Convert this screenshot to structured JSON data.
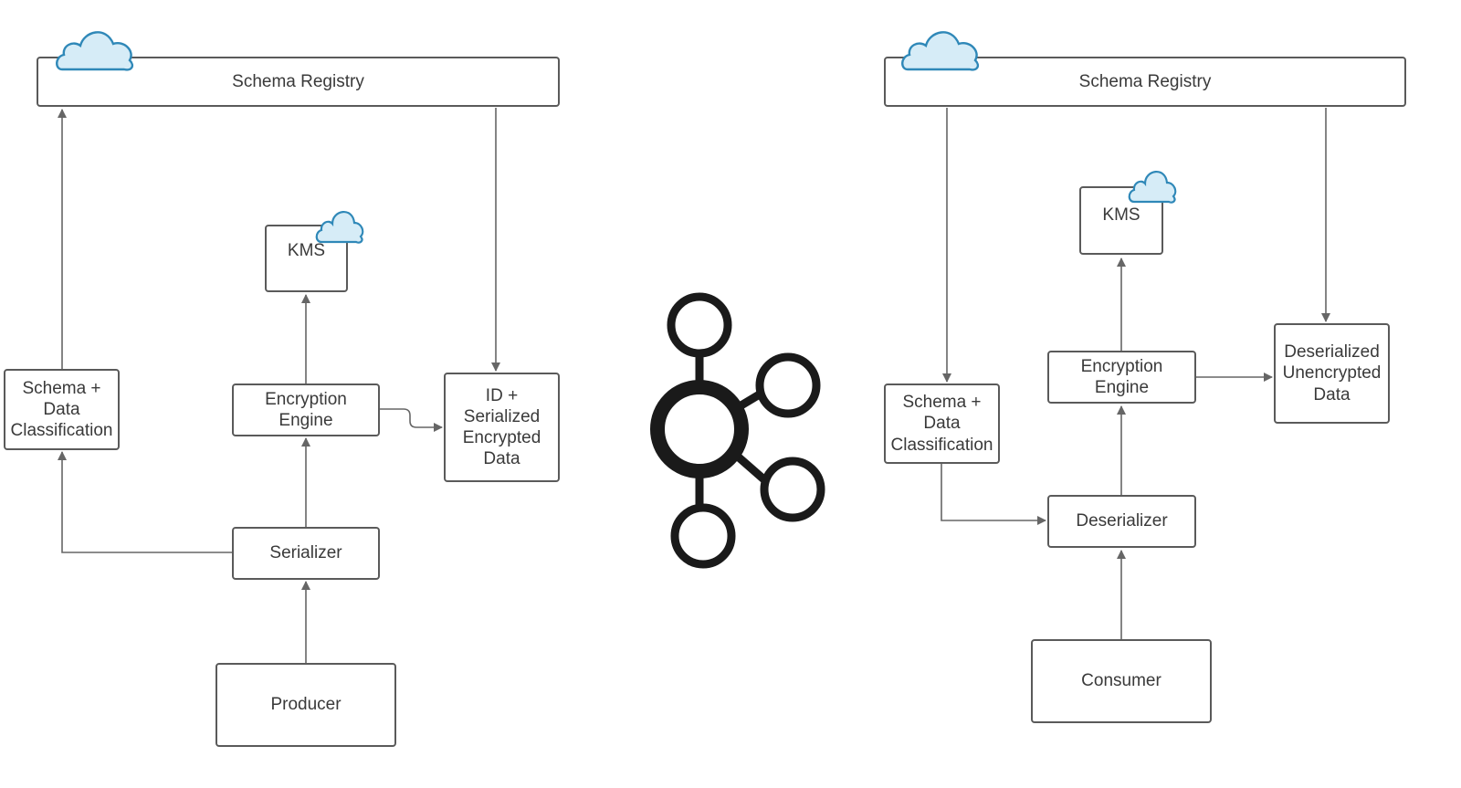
{
  "producer_side": {
    "schema_registry": "Schema Registry",
    "kms": "KMS",
    "schema_classification": "Schema +\nData\nClassification",
    "encryption_engine": "Encryption\nEngine",
    "output_data": "ID +\nSerialized\nEncrypted\nData",
    "serializer": "Serializer",
    "producer": "Producer"
  },
  "consumer_side": {
    "schema_registry": "Schema Registry",
    "kms": "KMS",
    "schema_classification": "Schema +\nData\nClassification",
    "encryption_engine": "Encryption\nEngine",
    "output_data": "Deserialized\nUnencrypted\nData",
    "deserializer": "Deserializer",
    "consumer": "Consumer"
  },
  "colors": {
    "box_border": "#5a5a5a",
    "arrow": "#666666",
    "cloud_fill": "#d6ecf7",
    "cloud_stroke": "#2f88b8",
    "kafka_icon": "#1a1a1a"
  },
  "icons": {
    "cloud": "cloud-icon",
    "center": "kafka-logo-icon"
  }
}
